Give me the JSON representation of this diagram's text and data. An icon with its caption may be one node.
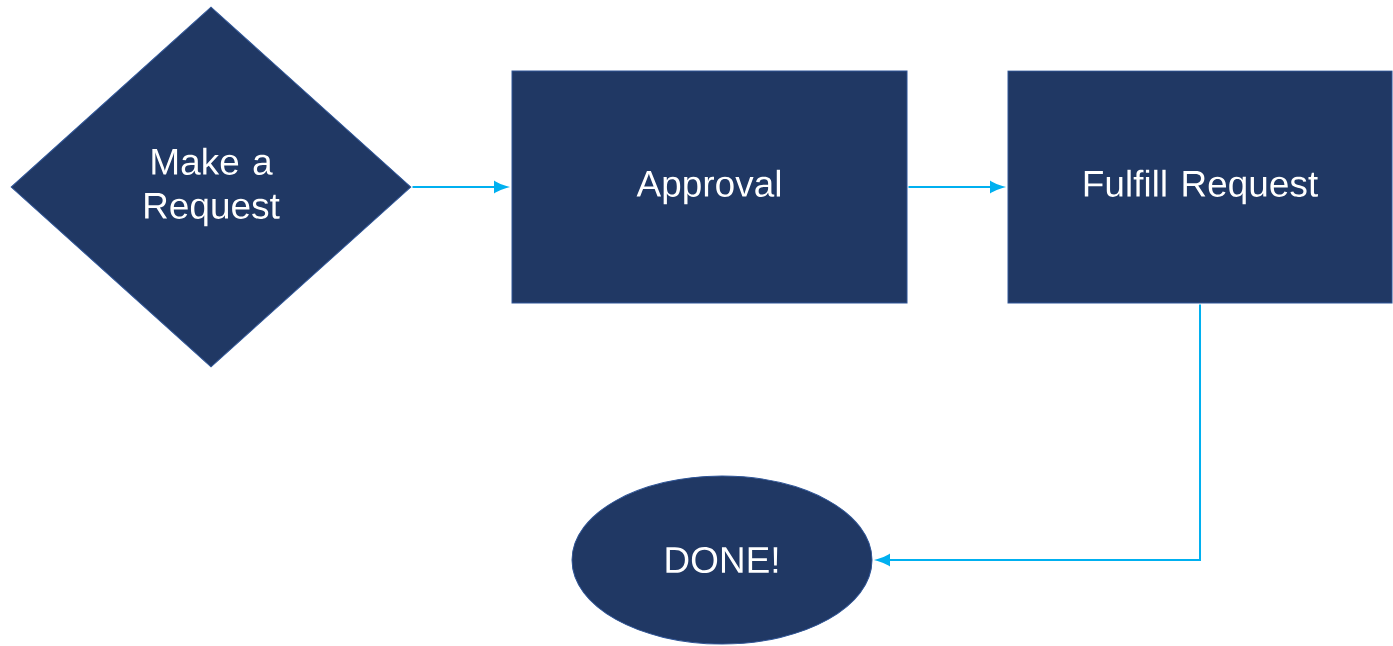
{
  "diagram": {
    "nodes": [
      {
        "text": [
          "Make a Request"
        ]
      },
      {
        "text": [
          "Approval"
        ]
      },
      {
        "text": [
          "Fulfill Request"
        ]
      },
      {
        "text": [
          "DONE!"
        ]
      }
    ],
    "edges": [
      {
        "from": 0,
        "to": 1,
        "arrow": "to"
      },
      {
        "from": 1,
        "to": 2,
        "arrow": "to"
      },
      {
        "from": 2,
        "to": 3,
        "arrow": "to"
      }
    ]
  }
}
